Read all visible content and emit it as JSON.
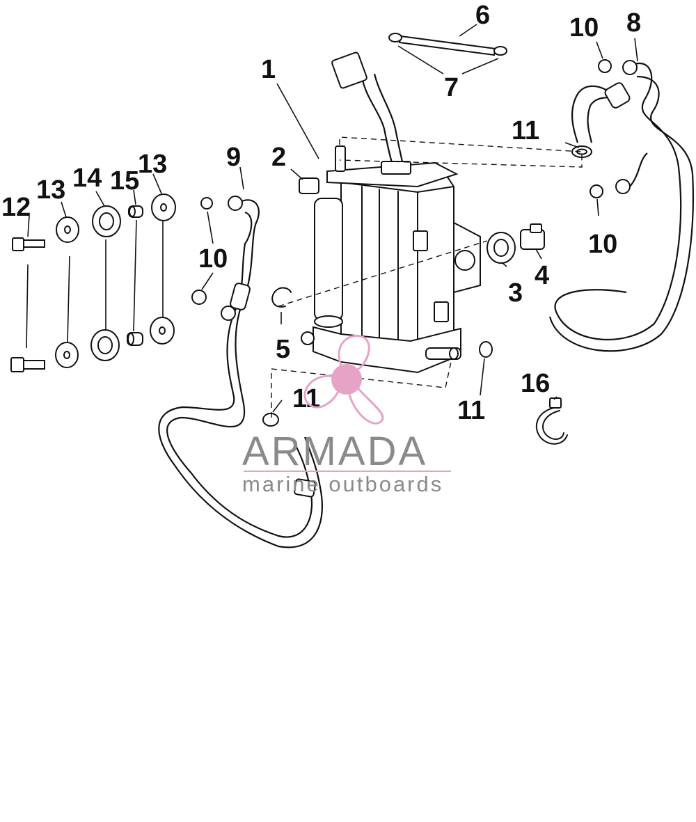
{
  "callouts": [
    {
      "id": "1",
      "text": "1"
    },
    {
      "id": "2",
      "text": "2"
    },
    {
      "id": "3",
      "text": "3"
    },
    {
      "id": "4",
      "text": "4"
    },
    {
      "id": "5",
      "text": "5"
    },
    {
      "id": "6",
      "text": "6"
    },
    {
      "id": "7",
      "text": "7"
    },
    {
      "id": "8",
      "text": "8"
    },
    {
      "id": "9",
      "text": "9"
    },
    {
      "id": "10a",
      "text": "10"
    },
    {
      "id": "10b",
      "text": "10"
    },
    {
      "id": "10c",
      "text": "10"
    },
    {
      "id": "11a",
      "text": "11"
    },
    {
      "id": "11b",
      "text": "11"
    },
    {
      "id": "11c",
      "text": "11"
    },
    {
      "id": "12",
      "text": "12"
    },
    {
      "id": "13a",
      "text": "13"
    },
    {
      "id": "13b",
      "text": "13"
    },
    {
      "id": "14",
      "text": "14"
    },
    {
      "id": "15",
      "text": "15"
    },
    {
      "id": "16",
      "text": "16"
    }
  ],
  "watermark": {
    "title": "ARMADA",
    "subtitle": "marine outboards",
    "accent_color": "#e7a3c6",
    "text_color": "#8a8a8a"
  },
  "icons": {
    "logo": "propeller-logo-icon"
  }
}
